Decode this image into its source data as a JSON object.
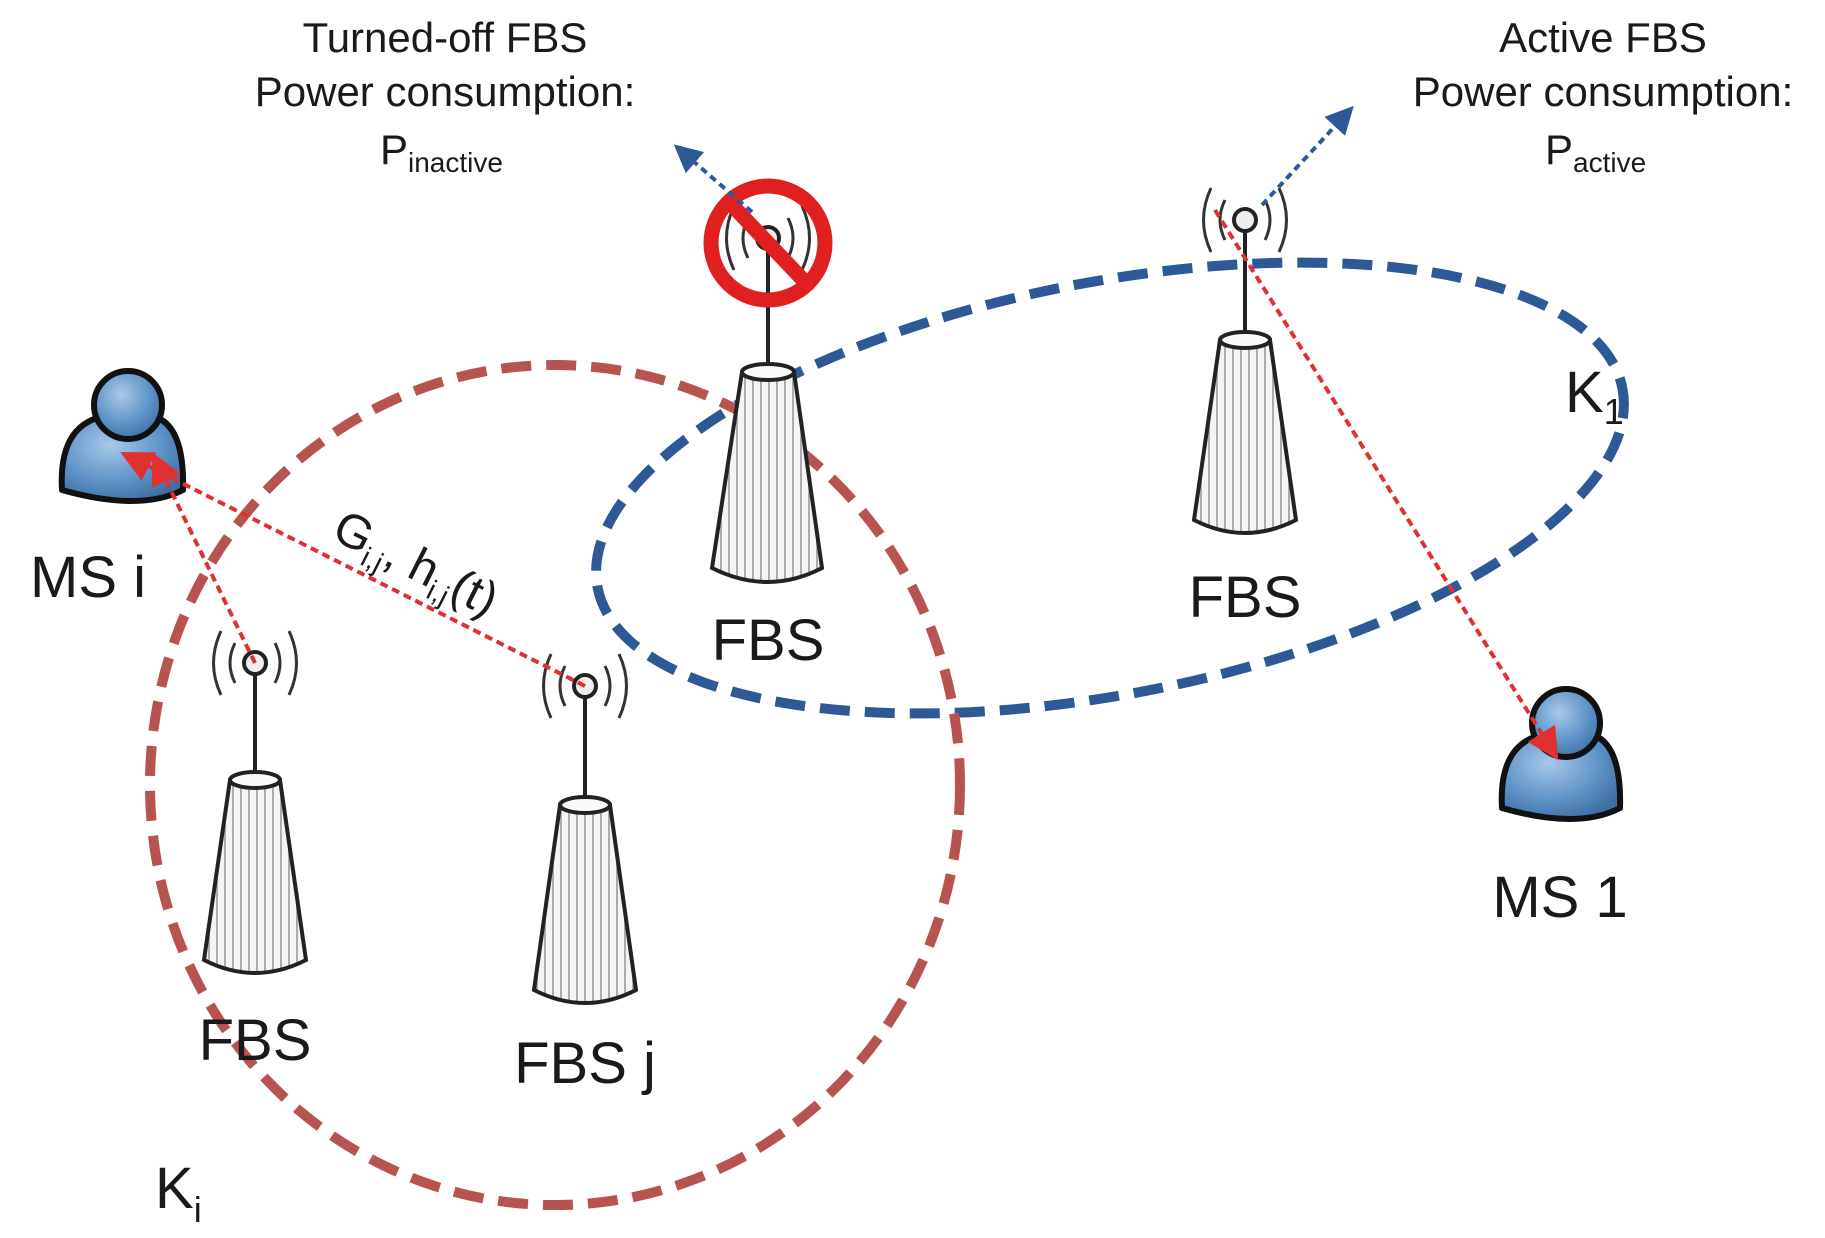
{
  "colors": {
    "blue_cluster": "#2d5a96",
    "red_cluster": "#b85450",
    "link_red": "#e03030",
    "arrow_blue": "#2d5a96",
    "no_sign": "#e02020",
    "person_fill": "#5f94c8"
  },
  "annotations": {
    "turned_off": {
      "title": "Turned-off FBS",
      "line2": "Power consumption:",
      "symbol": "P",
      "subscript": "inactive"
    },
    "active": {
      "title": "Active FBS",
      "line2": "Power consumption:",
      "symbol": "P",
      "subscript": "active"
    }
  },
  "nodes": {
    "fbs_off": {
      "label": "FBS",
      "icon": "no-signal-icon"
    },
    "fbs_active": {
      "label": "FBS"
    },
    "fbs_left": {
      "label": "FBS"
    },
    "fbs_j": {
      "label": "FBS j"
    },
    "ms_i": {
      "label": "MS i",
      "icon": "user-icon"
    },
    "ms_1": {
      "label": "MS 1",
      "icon": "user-icon"
    }
  },
  "clusters": {
    "k1": {
      "symbol": "K",
      "subscript": "1"
    },
    "ki": {
      "symbol": "K",
      "subscript": "i"
    }
  },
  "link_label": {
    "g": "G",
    "g_sub": "i,j",
    "sep": ", ",
    "h": "h",
    "h_sub": "i,j",
    "h_arg": "(t)"
  }
}
